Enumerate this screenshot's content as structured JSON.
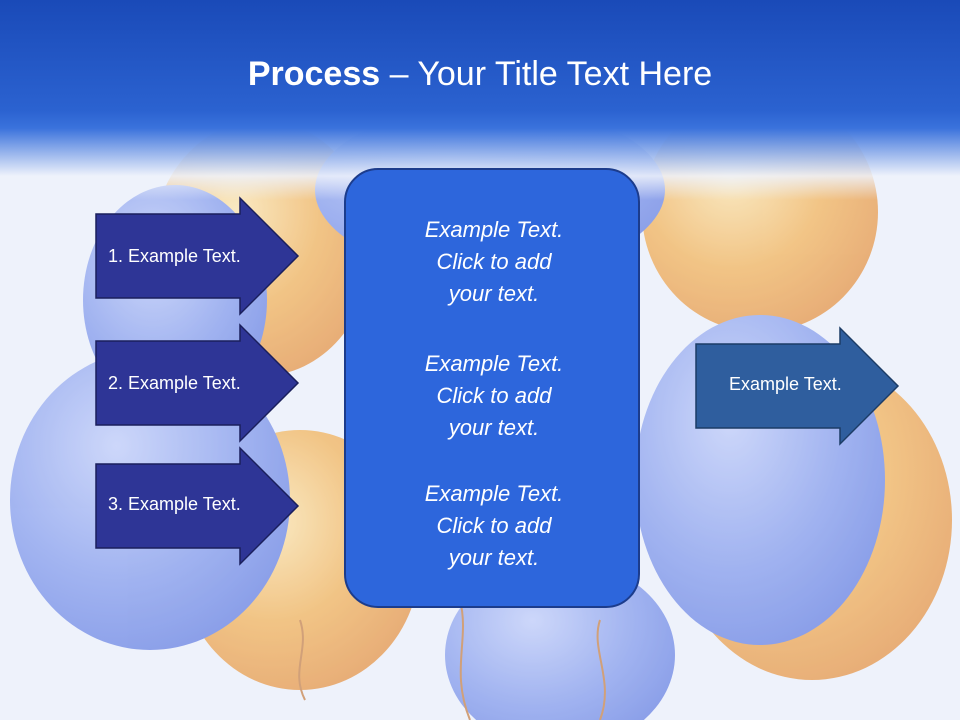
{
  "title": {
    "bold": "Process",
    "rest": " – Your Title Text Here"
  },
  "left_arrows": [
    {
      "label": "1. Example Text."
    },
    {
      "label": "2. Example Text."
    },
    {
      "label": "3. Example Text."
    }
  ],
  "center_box": {
    "paragraphs": [
      {
        "lines": [
          "Example Text.",
          "Click  to add",
          "your text."
        ]
      },
      {
        "lines": [
          "Example Text.",
          "Click  to add",
          "your text."
        ]
      },
      {
        "lines": [
          "Example Text.",
          "Click  to add",
          "your text."
        ]
      }
    ]
  },
  "right_arrow": {
    "label": "Example Text."
  },
  "colors": {
    "title_band": "#1a4ab8",
    "left_arrow_fill": "#2e3596",
    "center_box_fill": "#2d66dc",
    "right_arrow_fill": "#2f5e9e",
    "balloon_blue": "#8aa0ee",
    "balloon_orange": "#f0b262"
  }
}
